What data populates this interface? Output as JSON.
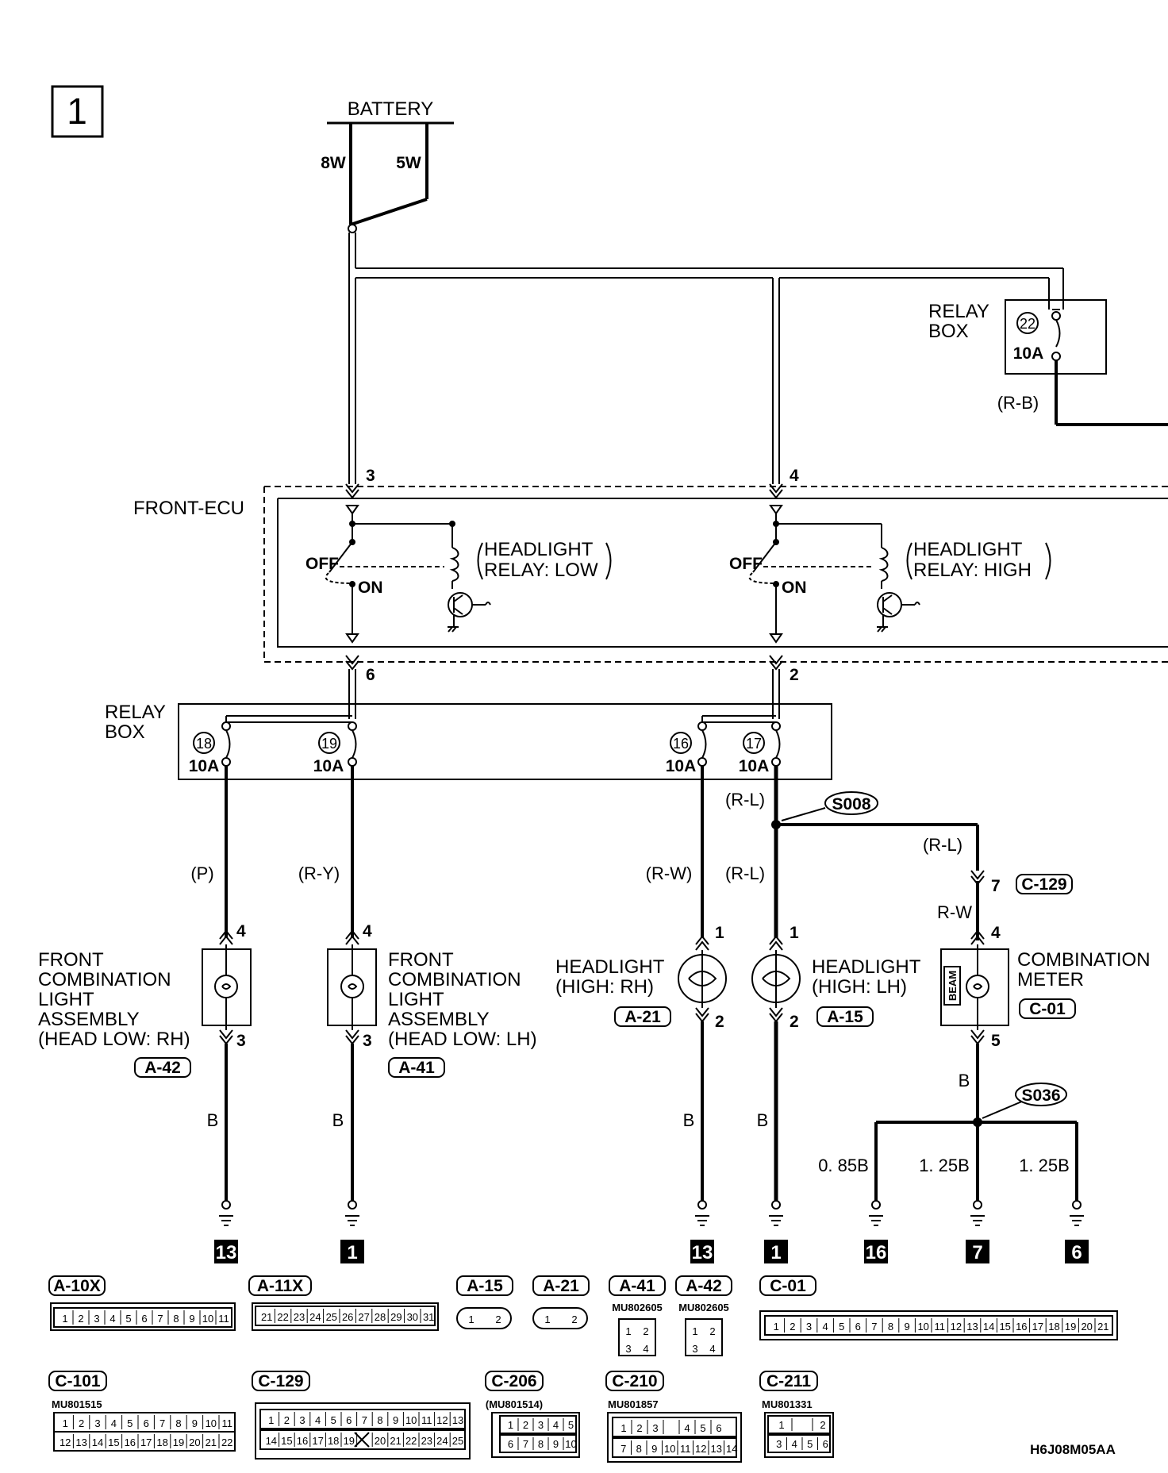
{
  "page_index": "1",
  "diagram_code": "H6J08M05AA",
  "battery": {
    "label": "BATTERY",
    "fuse_left": "8W",
    "fuse_right": "5W"
  },
  "relay_box_top": {
    "line1": "RELAY",
    "line2": "BOX",
    "fuse_no": "22",
    "amp": "10A",
    "wire": "(R-B)"
  },
  "front_ecu": {
    "label": "FRONT-ECU",
    "pin_in_left": "3",
    "pin_in_right": "4",
    "pin_out_left": "6",
    "pin_out_right": "2",
    "sw_off": "OFF",
    "sw_on": "ON",
    "relay_low_1": "HEADLIGHT",
    "relay_low_2": "RELAY: LOW",
    "relay_high_1": "HEADLIGHT",
    "relay_high_2": "RELAY: HIGH"
  },
  "relay_box": {
    "line1": "RELAY",
    "line2": "BOX",
    "fuses": [
      {
        "no": "18",
        "amp": "10A"
      },
      {
        "no": "19",
        "amp": "10A"
      },
      {
        "no": "16",
        "amp": "10A"
      },
      {
        "no": "17",
        "amp": "10A"
      }
    ]
  },
  "wires": {
    "p": "(P)",
    "ry": "(R-Y)",
    "rw": "(R-W)",
    "rl_a": "(R-L)",
    "rl_b": "(R-L)",
    "rl_c": "(R-L)",
    "rw2": "R-W",
    "b1": "B",
    "b2": "B",
    "b3": "B",
    "b4": "B",
    "b5": "B",
    "g1": "0. 85B",
    "g2": "1. 25B",
    "g3": "1. 25B"
  },
  "splices": {
    "s008": "S008",
    "s036": "S036"
  },
  "components": {
    "fcl_rh": {
      "l1": "FRONT",
      "l2": "COMBINATION",
      "l3": "LIGHT",
      "l4": "ASSEMBLY",
      "l5": "(HEAD LOW: RH)",
      "conn": "A-42",
      "pin_top": "4",
      "pin_bot": "3"
    },
    "fcl_lh": {
      "l1": "FRONT",
      "l2": "COMBINATION",
      "l3": "LIGHT",
      "l4": "ASSEMBLY",
      "l5": "(HEAD LOW: LH)",
      "conn": "A-41",
      "pin_top": "4",
      "pin_bot": "3"
    },
    "hl_rh": {
      "l1": "HEADLIGHT",
      "l2": "(HIGH: RH)",
      "conn": "A-21",
      "pin_top": "1",
      "pin_bot": "2"
    },
    "hl_lh": {
      "l1": "HEADLIGHT",
      "l2": "(HIGH: LH)",
      "conn": "A-15",
      "pin_top": "1",
      "pin_bot": "2"
    },
    "meter": {
      "l1": "COMBINATION",
      "l2": "METER",
      "conn": "C-01",
      "beam": "BEAM",
      "pin_in": "7",
      "pin_top": "4",
      "pin_bot": "5",
      "in_conn": "C-129"
    }
  },
  "grounds": [
    "13",
    "1",
    "13",
    "1",
    "16",
    "7",
    "6"
  ],
  "connectors": {
    "a10x": {
      "name": "A-10X",
      "pins": [
        "1",
        "2",
        "3",
        "4",
        "5",
        "6",
        "7",
        "8",
        "9",
        "10",
        "11"
      ]
    },
    "a11x": {
      "name": "A-11X",
      "pins": [
        "21",
        "22",
        "23",
        "24",
        "25",
        "26",
        "27",
        "28",
        "29",
        "30",
        "31"
      ]
    },
    "a15": {
      "name": "A-15",
      "pins": [
        "1",
        "2"
      ]
    },
    "a21": {
      "name": "A-21",
      "pins": [
        "1",
        "2"
      ]
    },
    "a41": {
      "name": "A-41",
      "part": "MU802605",
      "pins": [
        "1",
        "2",
        "3",
        "4"
      ]
    },
    "a42": {
      "name": "A-42",
      "part": "MU802605",
      "pins": [
        "1",
        "2",
        "3",
        "4"
      ]
    },
    "c01": {
      "name": "C-01",
      "pins": [
        "1",
        "2",
        "3",
        "4",
        "5",
        "6",
        "7",
        "8",
        "9",
        "10",
        "11",
        "12",
        "13",
        "14",
        "15",
        "16",
        "17",
        "18",
        "19",
        "20",
        "21"
      ]
    },
    "c101": {
      "name": "C-101",
      "part": "MU801515",
      "row1": [
        "1",
        "2",
        "3",
        "4",
        "5",
        "6",
        "7",
        "8",
        "9",
        "10",
        "11"
      ],
      "row2": [
        "12",
        "13",
        "14",
        "15",
        "16",
        "17",
        "18",
        "19",
        "20",
        "21",
        "22"
      ]
    },
    "c129": {
      "name": "C-129",
      "row1": [
        "1",
        "2",
        "3",
        "4",
        "5",
        "6",
        "7",
        "8",
        "9",
        "10",
        "11",
        "12",
        "13"
      ],
      "row2": [
        "14",
        "15",
        "16",
        "17",
        "18",
        "19",
        "",
        "20",
        "21",
        "22",
        "23",
        "24",
        "25"
      ]
    },
    "c206": {
      "name": "C-206",
      "part": "(MU801514)",
      "row1": [
        "1",
        "2",
        "3",
        "4",
        "5"
      ],
      "row2": [
        "6",
        "7",
        "8",
        "9",
        "10"
      ]
    },
    "c210": {
      "name": "C-210",
      "part": "MU801857",
      "row1": [
        "1",
        "2",
        "3",
        "",
        "4",
        "5",
        "6"
      ],
      "row2": [
        "7",
        "8",
        "9",
        "10",
        "11",
        "12",
        "13",
        "14"
      ]
    },
    "c211": {
      "name": "C-211",
      "part": "MU801331",
      "row1": [
        "1",
        "",
        "2"
      ],
      "row2": [
        "3",
        "4",
        "5",
        "6"
      ]
    }
  }
}
